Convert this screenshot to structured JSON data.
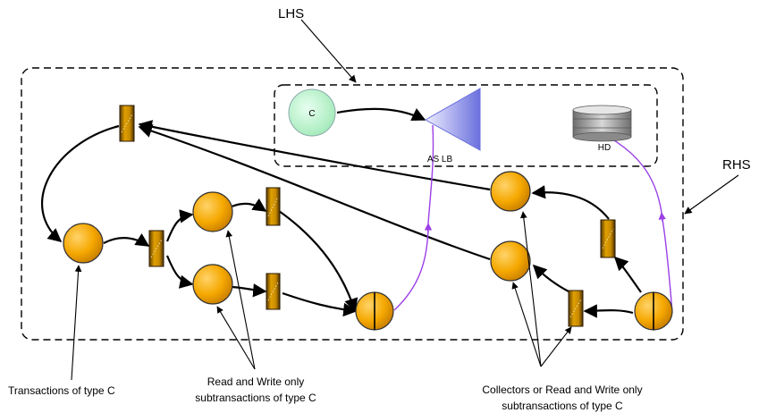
{
  "labels": {
    "lhs": "LHS",
    "rhs": "RHS",
    "c_node": "C",
    "as_lb": "AS LB",
    "hd": "HD",
    "transactions": "Transactions of type C",
    "rw_line1": "Read and Write only",
    "rw_line2": "subtransactions of type C",
    "collectors_line1": "Collectors or Read and Write only",
    "collectors_line2": "subtransactions of type C"
  },
  "icons": {
    "place": "orange-circle-place",
    "transition": "bar-transition-icon",
    "collector": "split-circle-collector",
    "client": "green-circle-client",
    "load_balancer": "triangle-load-balancer-icon",
    "disk": "disk-stack-icon"
  },
  "colors": {
    "place_fill": "#f5a800",
    "client_fill": "#b8f2cc",
    "lb_fill": "#7d84e6",
    "disk_fill": "#a9a9a9",
    "purple_arc": "#9b3fe6",
    "border": "#000000"
  }
}
